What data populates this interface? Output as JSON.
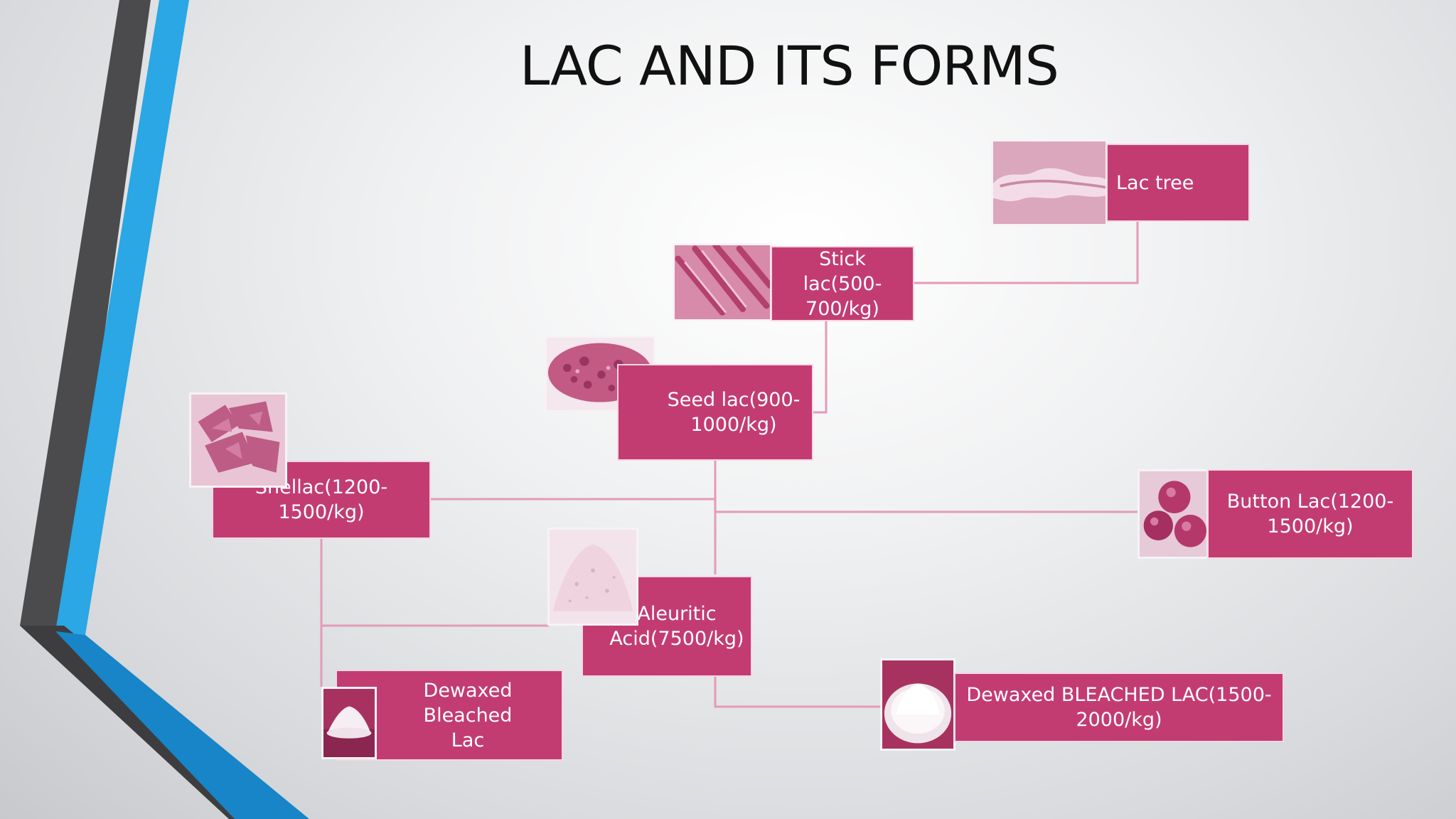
{
  "title": "LAC AND ITS FORMS",
  "nodes": {
    "lac_tree": "Lac tree",
    "stick_lac": "Stick lac(500-\n700/kg)",
    "seed_lac": "Seed lac(900-\n1000/kg)",
    "shellac": "Shellac(1200-\n1500/kg)",
    "button_lac": "Button Lac(1200-\n1500/kg)",
    "aleuritic_acid": "Aleuritic\nAcid(7500/kg)",
    "dewaxed_bleached_lac": "Dewaxed Bleached\nLac",
    "dewaxed_bleached_lac_upper": "Dewaxed BLEACHED LAC(1500-\n2000/kg)"
  },
  "colors": {
    "node_fill": "#c23c72",
    "connector": "#e59ab6",
    "accent_blue": "#29a8e6",
    "accent_gray": "#4a4a4a"
  },
  "icons": {
    "lac_tree": "lac-encrusted-twig-image",
    "stick_lac": "stick-lac-image",
    "seed_lac": "seed-lac-granules-image",
    "shellac": "shellac-flakes-image",
    "button_lac": "button-lac-discs-image",
    "aleuritic_acid": "aleuritic-acid-powder-image",
    "dewaxed_bleached_lac": "bleached-lac-powder-image",
    "dewaxed_bleached_lac_upper": "bleached-lac-bowl-image"
  }
}
